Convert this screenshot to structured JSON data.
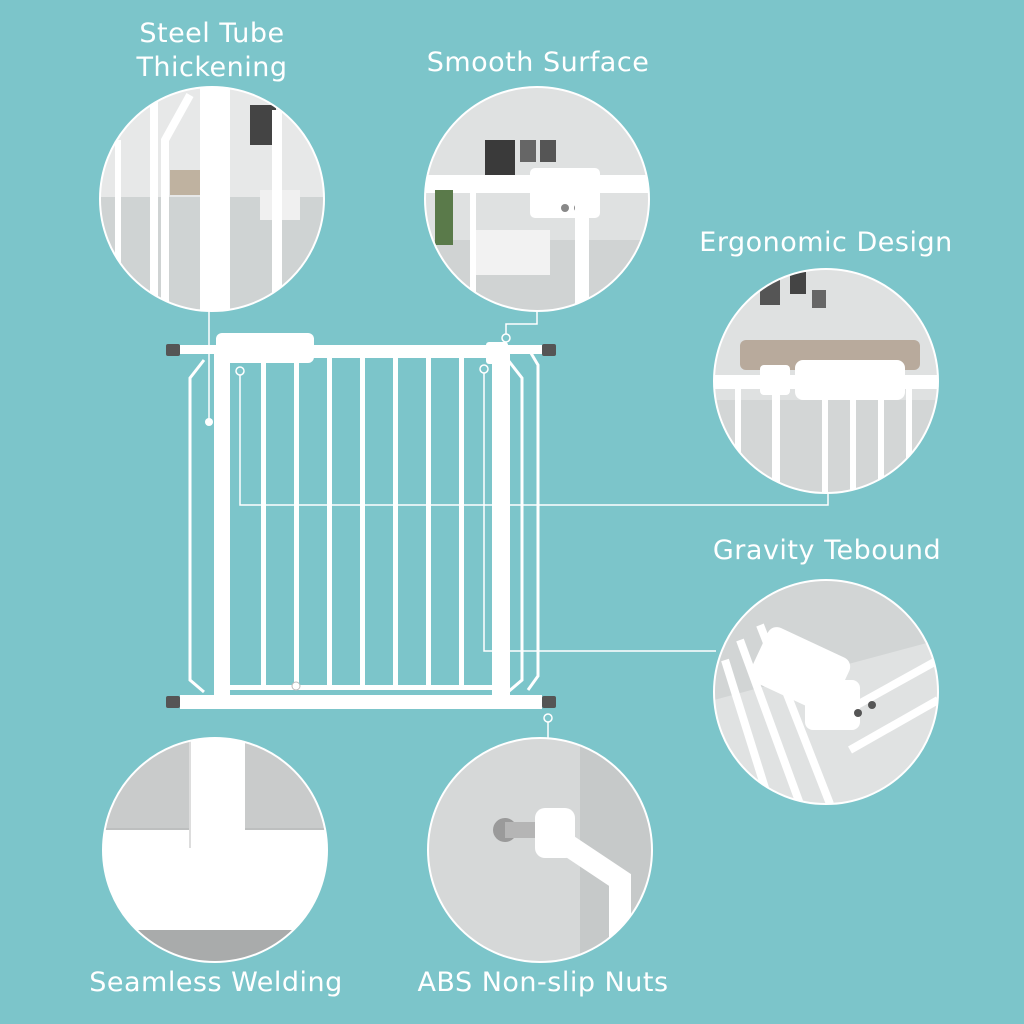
{
  "features": [
    {
      "id": "steel-tube",
      "line1": "Steel Tube",
      "line2": "Thickening"
    },
    {
      "id": "smooth-surface",
      "label": "Smooth Surface"
    },
    {
      "id": "ergonomic-design",
      "label": "Ergonomic Design"
    },
    {
      "id": "gravity-rebound",
      "label": "Gravity Tebound"
    },
    {
      "id": "seamless-welding",
      "label": "Seamless Welding"
    },
    {
      "id": "abs-nuts",
      "label": "ABS Non-slip Nuts"
    }
  ],
  "colors": {
    "background": "#7cc5ca",
    "gate": "#ffffff",
    "room-wall": "#d9dcdc",
    "floor": "#c9cccd"
  }
}
